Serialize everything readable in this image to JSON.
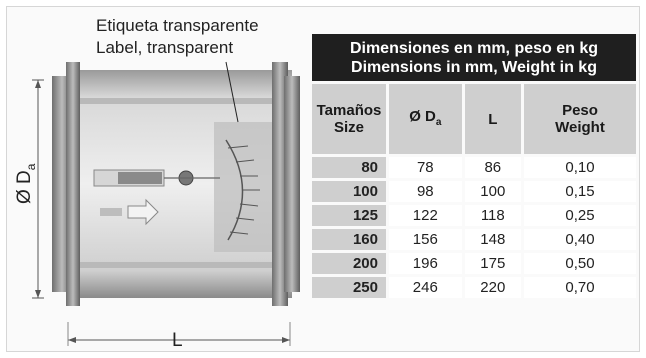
{
  "drawing": {
    "label_line1": "Etiqueta transparente",
    "label_line2": "Label, transparent",
    "diameter_symbol": "Ø D",
    "diameter_sub": "a",
    "length_label": "L"
  },
  "table": {
    "title_line1": "Dimensiones en mm, peso en kg",
    "title_line2": "Dimensions in mm, Weight in kg",
    "headers": {
      "size_line1": "Tamaños",
      "size_line2": "Size",
      "diameter": "Ø D",
      "diameter_sub": "a",
      "length": "L",
      "weight_line1": "Peso",
      "weight_line2": "Weight"
    },
    "rows": [
      {
        "size": "80",
        "diameter": "78",
        "length": "86",
        "weight": "0,10"
      },
      {
        "size": "100",
        "diameter": "98",
        "length": "100",
        "weight": "0,15"
      },
      {
        "size": "125",
        "diameter": "122",
        "length": "118",
        "weight": "0,25"
      },
      {
        "size": "160",
        "diameter": "156",
        "length": "148",
        "weight": "0,40"
      },
      {
        "size": "200",
        "diameter": "196",
        "length": "175",
        "weight": "0,50"
      },
      {
        "size": "250",
        "diameter": "246",
        "length": "220",
        "weight": "0,70"
      }
    ]
  },
  "colors": {
    "title_bg": "#1f1f1f",
    "header_bg": "#cfcfcf",
    "body_bg": "#ffffff"
  }
}
